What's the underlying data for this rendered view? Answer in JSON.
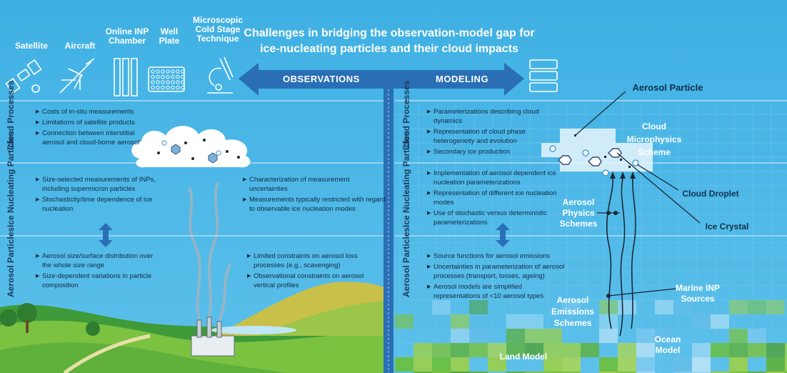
{
  "title": {
    "line1": "Challenges in bridging the observation-model gap for",
    "line2": "ice-nucleating particles and their cloud impacts"
  },
  "instruments": [
    {
      "label": "Satellite",
      "icon": "satellite-icon"
    },
    {
      "label": "Aircraft",
      "icon": "aircraft-icon"
    },
    {
      "label": "Online INP Chamber",
      "icon": "inp-chamber-icon"
    },
    {
      "label": "Well Plate",
      "icon": "well-plate-icon"
    },
    {
      "label": "Microscopic Cold Stage Technique",
      "icon": "microscope-icon"
    }
  ],
  "arrows": {
    "observations": "OBSERVATIONS",
    "modeling": "MODELING"
  },
  "sections": {
    "cloud": "Cloud Processes",
    "ice": "Ice Nucleating Particles",
    "aerosol": "Aerosol Particles"
  },
  "observations": {
    "cloud": [
      "Costs of in-situ measurements",
      "Limitations of satellite products",
      "Connection between interstitial aerosol and cloud-borne aerosol"
    ],
    "ice_left": [
      "Size-selected measurements of INPs, including supermicron particles",
      "Stochasticity/time dependence of ice nucleation"
    ],
    "ice_right": [
      "Characterization of measurement uncertainties",
      "Measurements typically restricted with regard to observable ice nucleation modes"
    ],
    "aerosol_left": [
      "Aerosol size/surface distribution over the whole size range",
      "Size-dependent variations in particle composition"
    ],
    "aerosol_right": [
      "Limited constraints on aerosol loss processes (e.g., scavenging)",
      "Observational constraints on aerosol vertical profiles"
    ]
  },
  "modeling": {
    "cloud": [
      "Parameterizations describing cloud dynamics",
      "Representation of cloud phase heterogeneity and evolution",
      "Secondary ice production"
    ],
    "ice": [
      "Implementation of aerosol dependent ice nucleation parameterizations",
      "Representation of different ice nucleation modes",
      "Use of stochastic versus deterministic parameterizations"
    ],
    "aerosol": [
      "Source functions for aerosol emissions",
      "Uncertainties in parameterization of aerosol processes (transport, losses, ageing)",
      "Aerosol models are simplified representations of <10 aerosol types"
    ]
  },
  "labels": {
    "aerosol_particle": "Aerosol Particle",
    "cloud_microphysics": "Cloud Microphysics Scheme",
    "cloud_droplet": "Cloud Droplet",
    "ice_crystal": "Ice Crystal",
    "aerosol_physics": "Aerosol Physics Schemes",
    "marine_inp": "Marine INP Sources",
    "aerosol_emissions": "Aerosol Emissions Schemes",
    "ocean_model": "Ocean Model",
    "land_model": "Land Model"
  },
  "colors": {
    "sky": "#4db6e6",
    "arrow": "#2a6fb5",
    "text_dark": "#102a44",
    "grass": "#6cbf3a",
    "grid_blue": "#7fcaf0"
  }
}
